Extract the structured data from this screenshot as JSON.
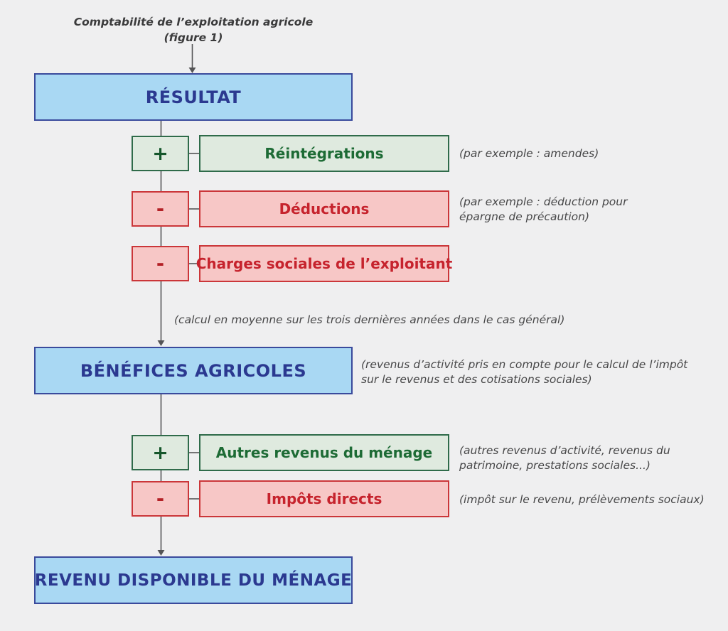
{
  "title": {
    "line1": "Comptabilité de l’exploitation agricole",
    "line2": "(figure 1)"
  },
  "boxes": {
    "resultat": "RÉSULTAT",
    "benefices": "BÉNÉFICES AGRICOLES",
    "revenu": "REVENU DISPONIBLE DU MÉNAGE"
  },
  "group1": [
    {
      "sign": "+",
      "label": "Réintégrations",
      "note": "(par exemple : amendes)"
    },
    {
      "sign": "-",
      "label": "Déductions",
      "note": "(par exemple : déduction pour épargne de précaution)"
    },
    {
      "sign": "-",
      "label": "Charges sociales de l’exploitant"
    }
  ],
  "middle_note": "(calcul en moyenne sur les trois dernières années dans le cas général)",
  "benefices_note": "(revenus d’activité pris en compte pour le calcul de l’impôt sur le revenus et des cotisations sociales)",
  "group2": [
    {
      "sign": "+",
      "label": "Autres revenus du ménage",
      "note": "(autres revenus d’activité, revenus du patrimoine, prestations sociales...)"
    },
    {
      "sign": "-",
      "label": "Impôts directs",
      "note": "(impôt sur le revenu, prélèvements sociaux)"
    }
  ],
  "palette": {
    "background": "#efeff0",
    "blue_fill": "#a9d8f3",
    "blue_border": "#3a4a9c",
    "blue_text": "#2b3990",
    "green_fill": "#dfeadf",
    "green_border": "#2f6b4a",
    "green_text": "#1d6b35",
    "red_fill": "#f7c7c6",
    "red_border": "#cb3639",
    "red_text": "#c6232d",
    "note_text": "#474748",
    "connector": "#545456"
  }
}
